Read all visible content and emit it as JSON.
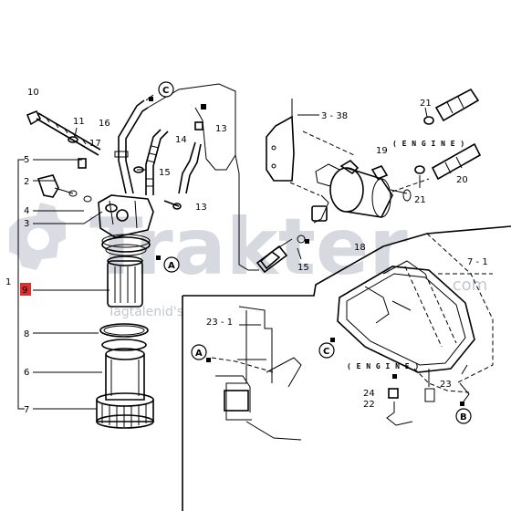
{
  "labels": {
    "l10": "10",
    "l11": "11",
    "l16": "16",
    "l17": "17",
    "l14": "14",
    "l13a": "13",
    "l5": "5",
    "l15a": "15",
    "l2": "2",
    "l4": "4",
    "l3": "3",
    "l13b": "13",
    "l1": "1",
    "l9": "9",
    "l8": "8",
    "l6": "6",
    "l7": "7",
    "l3_38": "3 - 38",
    "l21a": "21",
    "l19": "19",
    "l20": "20",
    "l21b": "21",
    "l18": "18",
    "l15b": "15",
    "l7_1": "7 - 1",
    "l23_1": "23 - 1",
    "l24": "24",
    "l23": "23",
    "l22": "22"
  },
  "engine_notes": {
    "upper": "( E N G I N E )",
    "lower": "( E N G I N E )"
  },
  "reference_marks": {
    "c_top": "C",
    "a_mid": "A",
    "c_low": "C",
    "a_left": "A",
    "b_right": "B"
  },
  "watermark": {
    "brand": "Trakter",
    "sub": "Tagtalenid's",
    "domain": ".com"
  }
}
